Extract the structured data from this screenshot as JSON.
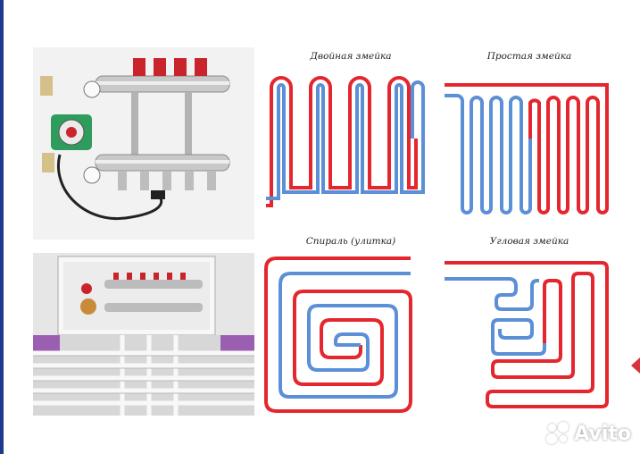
{
  "diagrams": [
    {
      "id": "double",
      "title": "Двойная змейка"
    },
    {
      "id": "simple",
      "title": "Простая змейка"
    },
    {
      "id": "spiral",
      "title": "Спираль (улитка)"
    },
    {
      "id": "corner",
      "title": "Угловая змейка"
    }
  ],
  "colors": {
    "supply": "#e4262e",
    "return": "#5b8fd6",
    "accent": "#1d3a8a"
  },
  "watermark": {
    "text": "Avito"
  }
}
